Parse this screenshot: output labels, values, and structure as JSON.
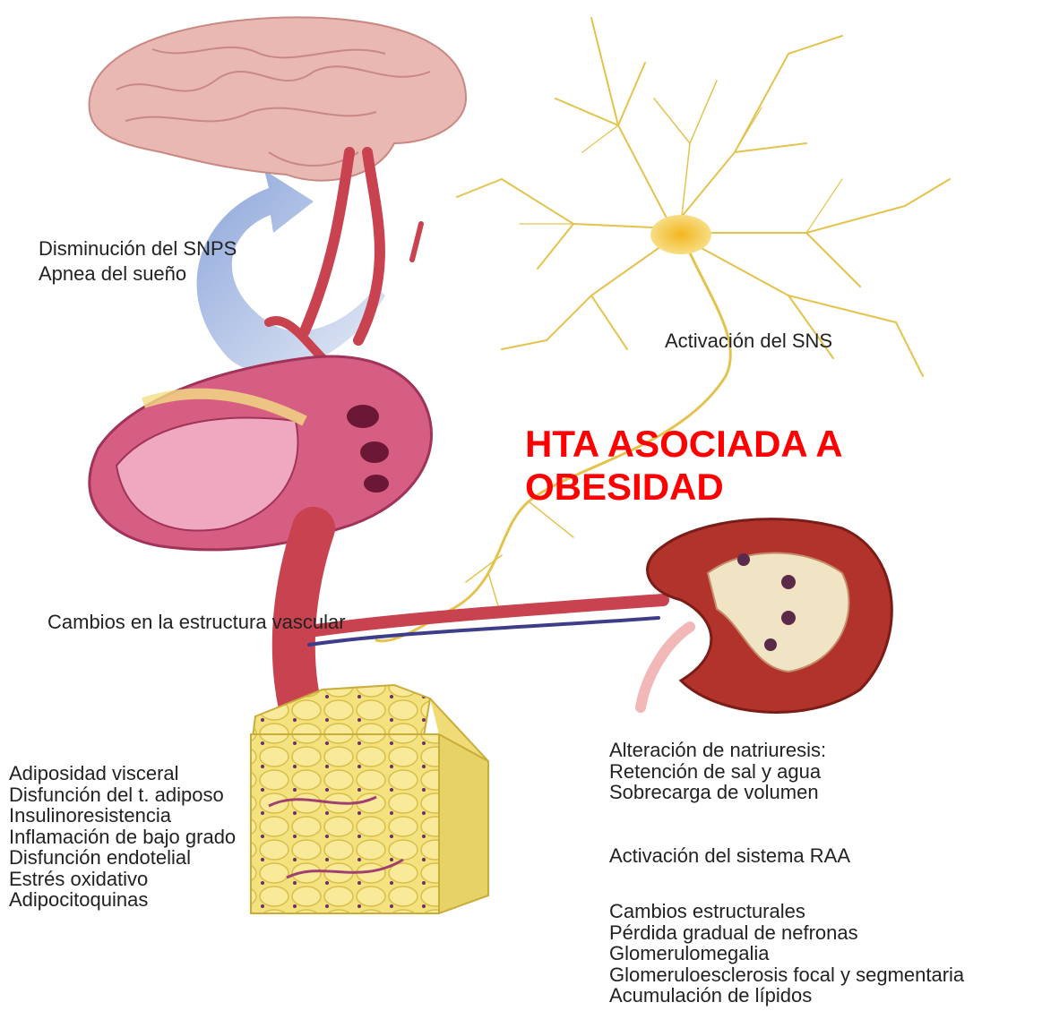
{
  "title": {
    "line1": "HTA ASOCIADA A",
    "line2": "OBESIDAD"
  },
  "labels": {
    "brain_line1": "Disminución del SNPS",
    "brain_line2": "Apnea del sueño",
    "nerve": "Activación del SNS",
    "vascular": "Cambios en la estructura vascular"
  },
  "adipose_list": [
    "Adiposidad visceral",
    "Disfunción del t. adiposo",
    "Insulinoresistencia",
    "Inflamación de bajo grado",
    "Disfunción endotelial",
    "Estrés oxidativo",
    "Adipocitoquinas"
  ],
  "kidney_group1": [
    "Alteración de natriuresis:",
    "Retención de sal y agua",
    "Sobrecarga de volumen"
  ],
  "kidney_group2": [
    "Activación del sistema RAA"
  ],
  "kidney_group3": [
    "Cambios estructurales",
    "Pérdida gradual de nefronas",
    "Glomerulomegalia",
    "Glomeruloesclerosis focal y segmentaria",
    "Acumulación de lípidos"
  ],
  "colors": {
    "title": "#ff0000",
    "text": "#222222",
    "brain": "#e8b4b0",
    "vessel": "#c8424f",
    "nerve": "#e6c34a",
    "kidney": "#b2332c",
    "fat": "#f2e27a",
    "arrow": "#8fa6d8"
  }
}
